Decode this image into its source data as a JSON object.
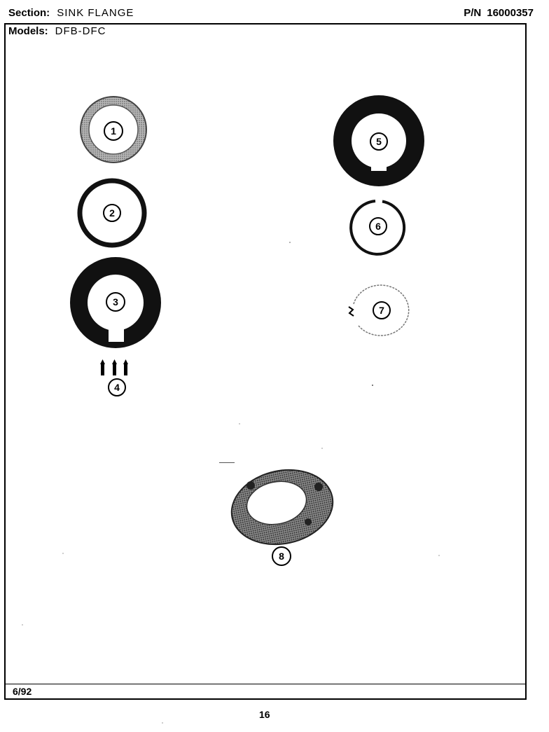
{
  "header": {
    "section_label": "Section:",
    "section_value": "SINK FLANGE",
    "pn_label": "P/N",
    "pn_value": "16000357",
    "models_label": "Models:",
    "models_value": "DFB-DFC"
  },
  "parts": [
    {
      "number": "1",
      "icon": "flange-ring-icon"
    },
    {
      "number": "2",
      "icon": "thin-ring-icon"
    },
    {
      "number": "3",
      "icon": "gasket-icon"
    },
    {
      "number": "4",
      "icon": "screws-icon"
    },
    {
      "number": "5",
      "icon": "gasket-icon"
    },
    {
      "number": "6",
      "icon": "split-ring-icon"
    },
    {
      "number": "7",
      "icon": "snap-ring-icon"
    },
    {
      "number": "8",
      "icon": "flange-plate-icon"
    }
  ],
  "footer": {
    "date": "6/92",
    "page": "16"
  }
}
